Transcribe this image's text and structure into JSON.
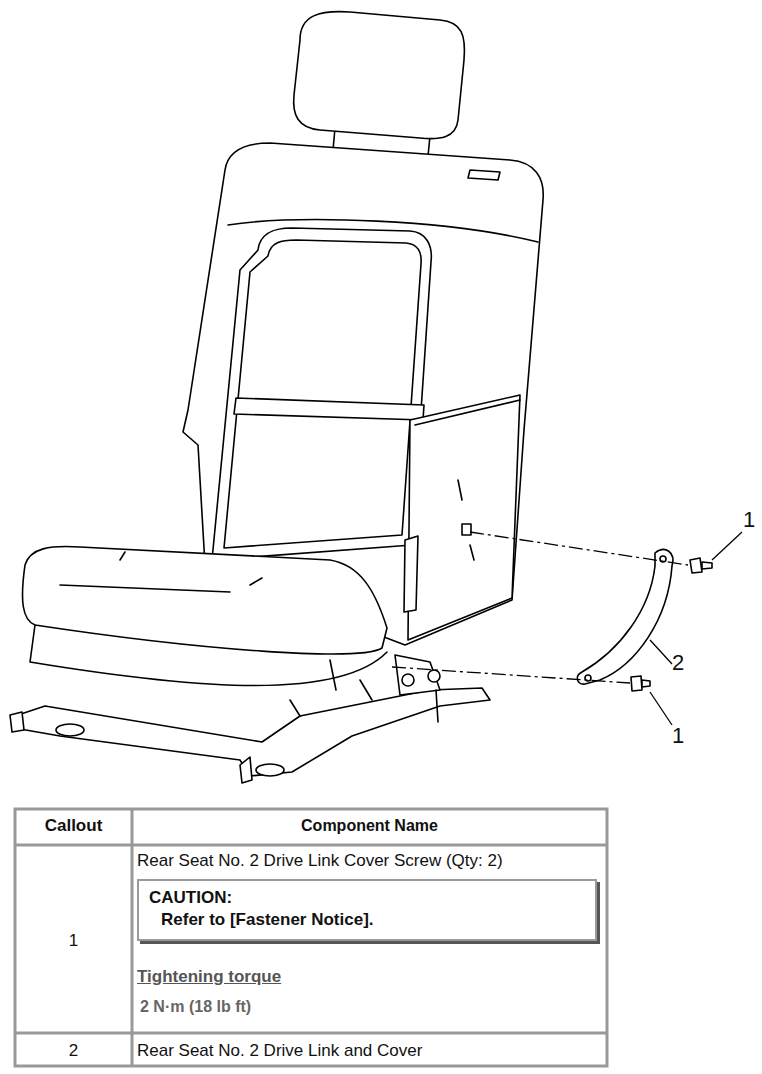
{
  "diagram": {
    "nodes": [
      {
        "text": [
          "CAUTION:",
          "Refer to [Fastener Notice]."
        ]
      }
    ],
    "labels": [
      "1",
      "2",
      "1",
      "Callout",
      "Component Name",
      "1",
      "Rear Seat No. 2 Drive Link Cover Screw (Qty: 2)",
      "Tightening torque",
      "2 N·m (18 lb ft)",
      "2",
      "Rear Seat No. 2 Drive Link and Cover"
    ]
  }
}
